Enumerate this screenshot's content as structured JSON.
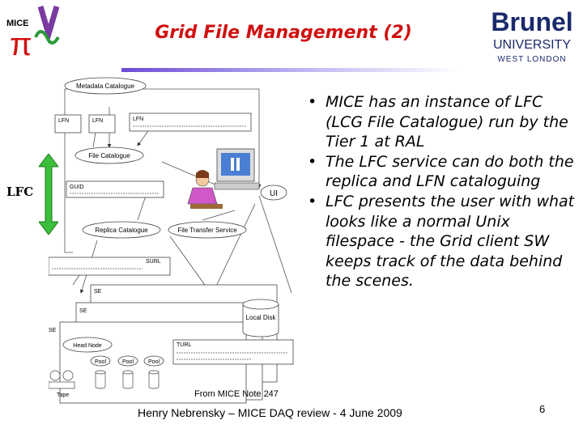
{
  "slide": {
    "title": "Grid File Management (2)",
    "side_label": "LFC",
    "bullets": [
      "MICE has an instance of LFC (LCG File Catalogue) run by the Tier 1 at RAL",
      "The LFC service can do both the replica and LFN cataloguing",
      "LFC presents the user with what looks like a normal Unix filespace - the Grid client SW keeps track of the data behind the scenes."
    ],
    "caption": "From MICE Note 247",
    "footer": "Henry Nebrensky – MICE DAQ review - 4 June 2009",
    "page_number": "6"
  },
  "logos": {
    "brunel": {
      "line1": "Brunel",
      "line2": "UNIVERSITY",
      "line3": "WEST LONDON",
      "color": "#1a2a6c"
    },
    "mice": {
      "text": "MICE",
      "symbol": "π"
    }
  },
  "diagram": {
    "metadata_catalogue": "Metadata Catalogue",
    "lfn_1": "LFN",
    "lfn_2": "LFN",
    "lfn_3": "LFN",
    "file_catalogue": "File Catalogue",
    "guid": "GUID",
    "ui": "UI",
    "replica_catalogue": "Replica Catalogue",
    "file_transfer_service": "File Transfer Service",
    "surl": "SURL",
    "se_1": "SE",
    "se_2": "SE",
    "se_3": "SE",
    "local_disk": "Local Disk",
    "head_node": "Head Node",
    "pool_1": "Pool",
    "pool_2": "Pool",
    "pool_3": "Pool",
    "turl": "TURL",
    "tape": "Tape"
  },
  "colors": {
    "title": "#d01010",
    "arrow": "#3bbf3b",
    "rule": "#6a4bd6"
  }
}
